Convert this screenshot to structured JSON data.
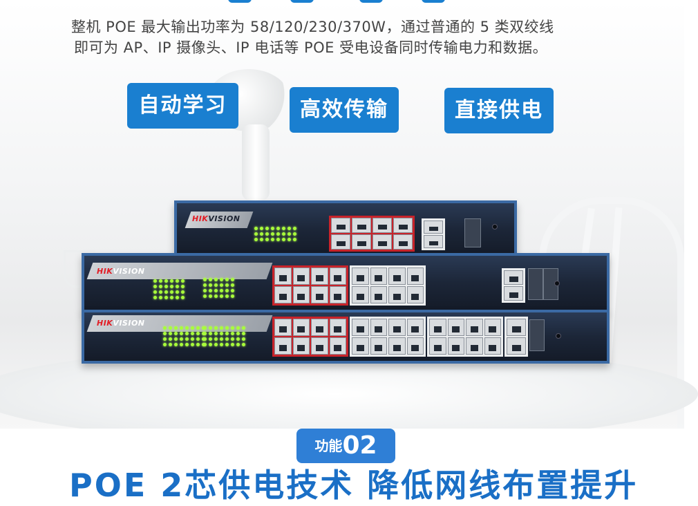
{
  "description": {
    "line1": "整机 POE 最大输出功率为 58/120/230/370W，通过普通的 5 类双绞线",
    "line2": "即可为 AP、IP 摄像头、IP 电话等 POE 受电设备同时传输电力和数据。"
  },
  "features": [
    "自动学习",
    "高效传输",
    "直接供电"
  ],
  "brand": {
    "prefix": "HIK",
    "suffix": "VISION"
  },
  "section": {
    "badge_prefix": "功能",
    "badge_number": "02"
  },
  "next_title": "POE 2芯供电技术 降低网线布置提升",
  "colors": {
    "accent": "#1a7fd0",
    "badge": "#2f7fd6",
    "title": "#1a6fc6"
  }
}
